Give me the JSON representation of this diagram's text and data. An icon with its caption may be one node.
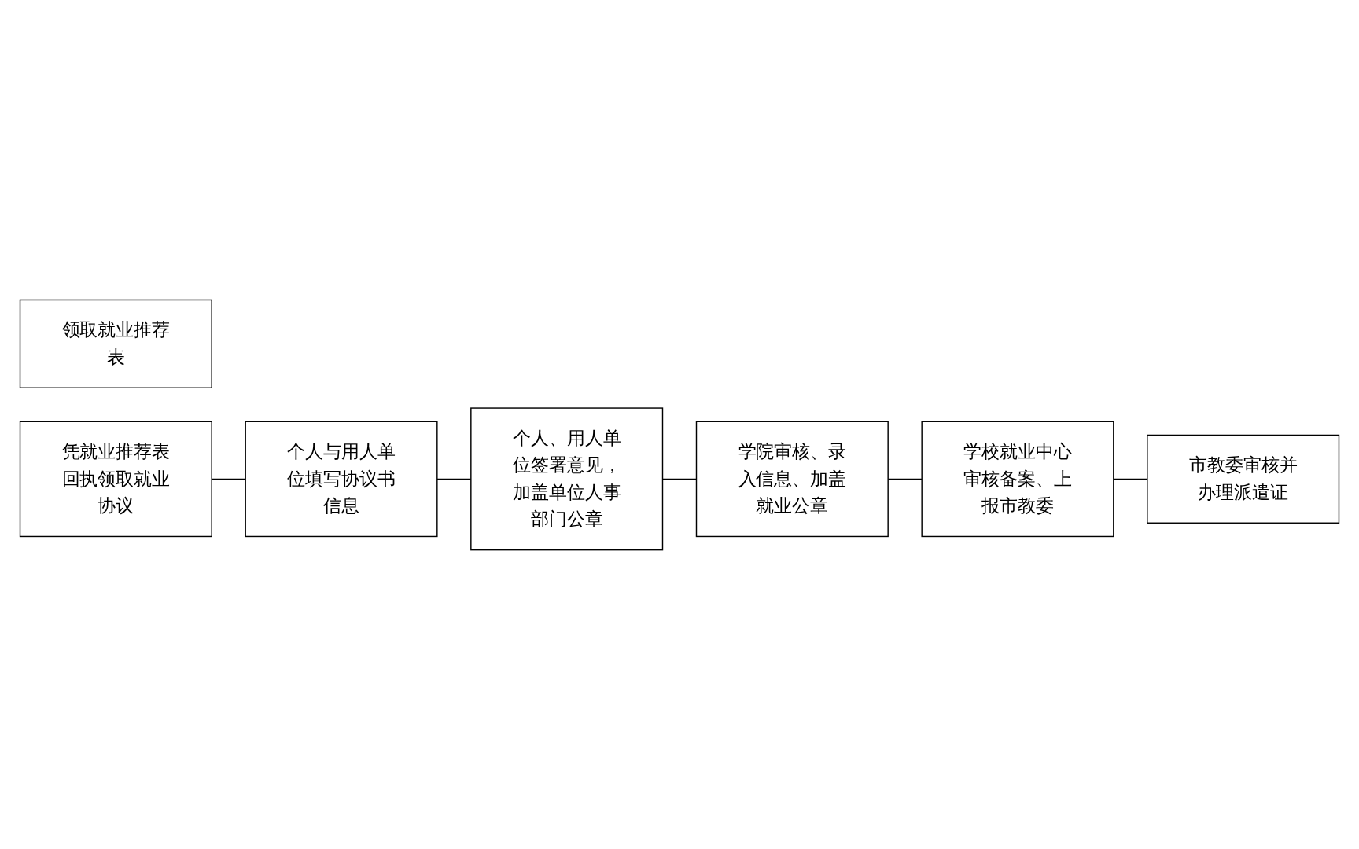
{
  "diagram": {
    "nodes": [
      {
        "text": [
          "领取就业推荐表"
        ]
      },
      {
        "text": [
          "凭就业推荐表回执领取就业协议"
        ]
      },
      {
        "text": [
          "个人与用人单位填写协议书信息"
        ]
      },
      {
        "text": [
          "个人、用人单位签署意见，加盖单位人事部门公章"
        ]
      },
      {
        "text": [
          "学院审核、录入信息、加盖就业公章"
        ]
      },
      {
        "text": [
          "学校就业中心审核备案、上报市教委"
        ]
      },
      {
        "text": [
          "市教委审核并办理派遣证"
        ]
      }
    ],
    "edges": [
      {
        "from": 1,
        "to": 2,
        "arrow": "none"
      },
      {
        "from": 2,
        "to": 3,
        "arrow": "none"
      },
      {
        "from": 3,
        "to": 4,
        "arrow": "none"
      },
      {
        "from": 4,
        "to": 5,
        "arrow": "none"
      },
      {
        "from": 5,
        "to": 6,
        "arrow": "none"
      }
    ]
  }
}
